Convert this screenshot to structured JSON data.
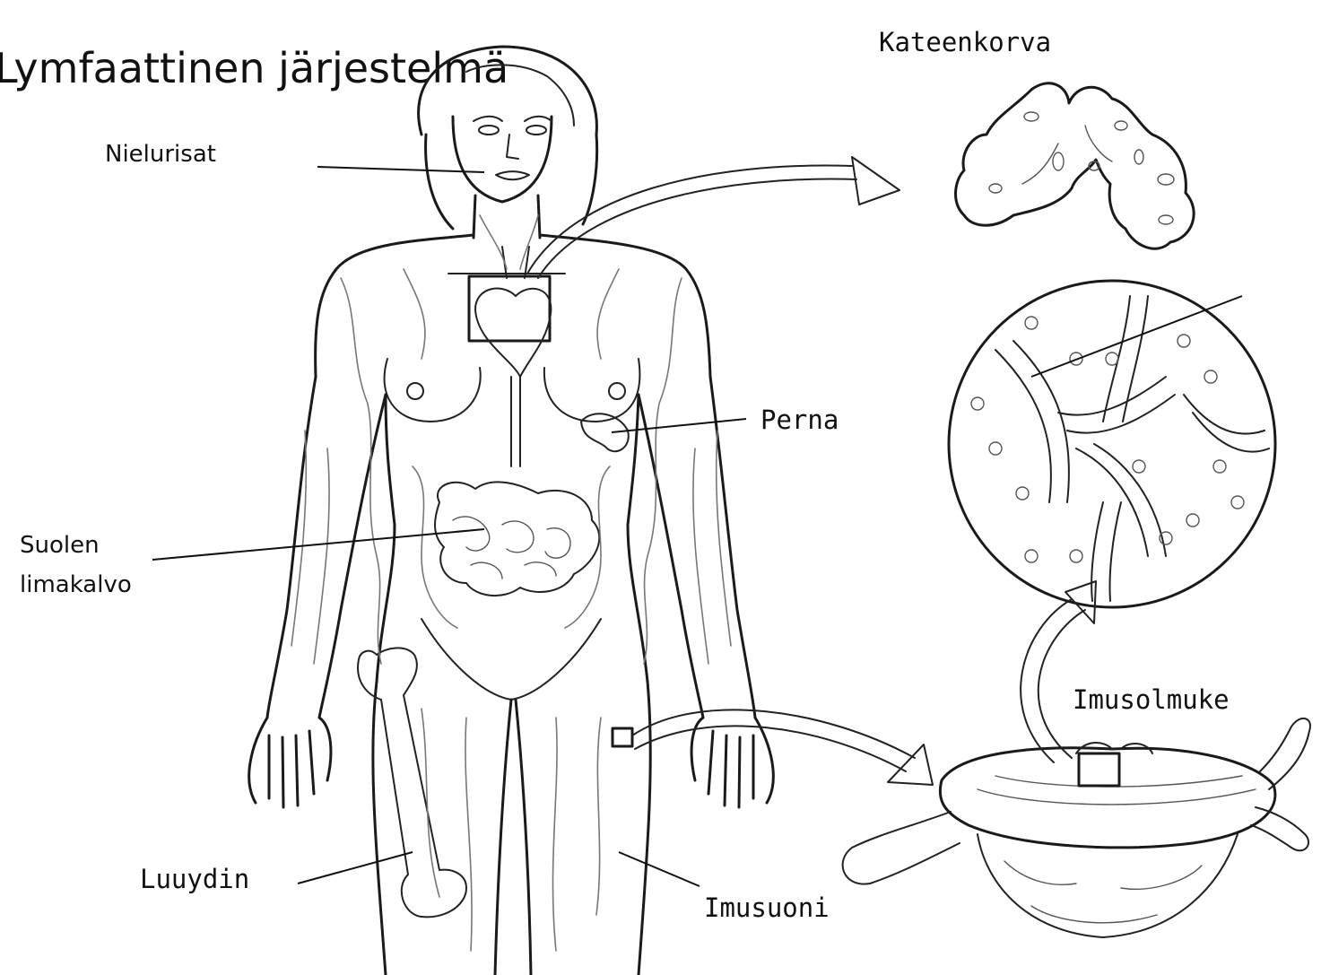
{
  "title": "Lymfaattinen järjestelmä",
  "labels": {
    "thymus": "Kateenkorva",
    "tonsils": "Nielurisat",
    "spleen": "Perna",
    "intestinal_mucosa_line1": "Suolen",
    "intestinal_mucosa_line2": "limakalvo",
    "lymph_node": "Imusolmuke",
    "bone_marrow": "Luuydin",
    "lymph_vessel": "Imusuoni"
  },
  "colors": {
    "ink": "#1a1a1a",
    "vessels": "#777777",
    "background": "#ffffff"
  }
}
